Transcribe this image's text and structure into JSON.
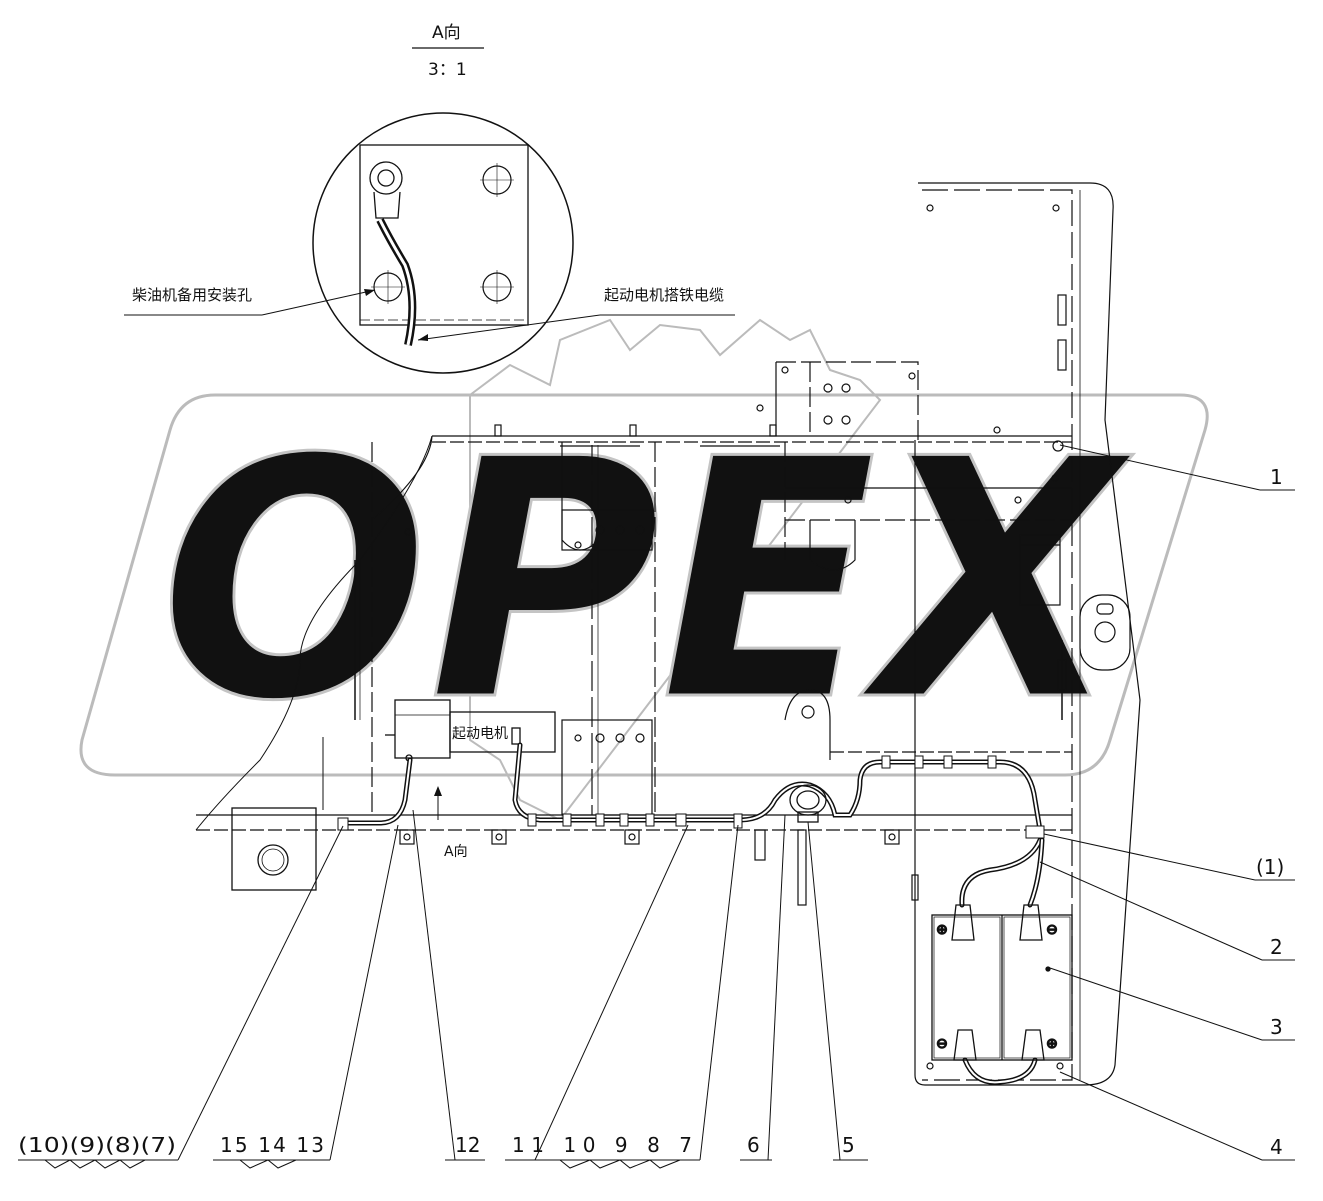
{
  "detail_view": {
    "view_label": "A向",
    "scale": "3：1",
    "hole_label": "柴油机备用安装孔",
    "cable_label": "起动电机搭铁电缆"
  },
  "components": {
    "starter_motor_label": "起动电机",
    "view_arrow_label": "A向"
  },
  "watermark": {
    "text": "OPEX"
  },
  "callouts_right": [
    "1",
    "(1)",
    "2",
    "3",
    "4"
  ],
  "callouts_bottom": [
    {
      "text": "(10)(9)(8)(7)"
    },
    {
      "text": "15 14 13"
    },
    {
      "text": "12"
    },
    {
      "text": "11 10 9 8 7"
    },
    {
      "text": "6"
    },
    {
      "text": "5"
    }
  ]
}
